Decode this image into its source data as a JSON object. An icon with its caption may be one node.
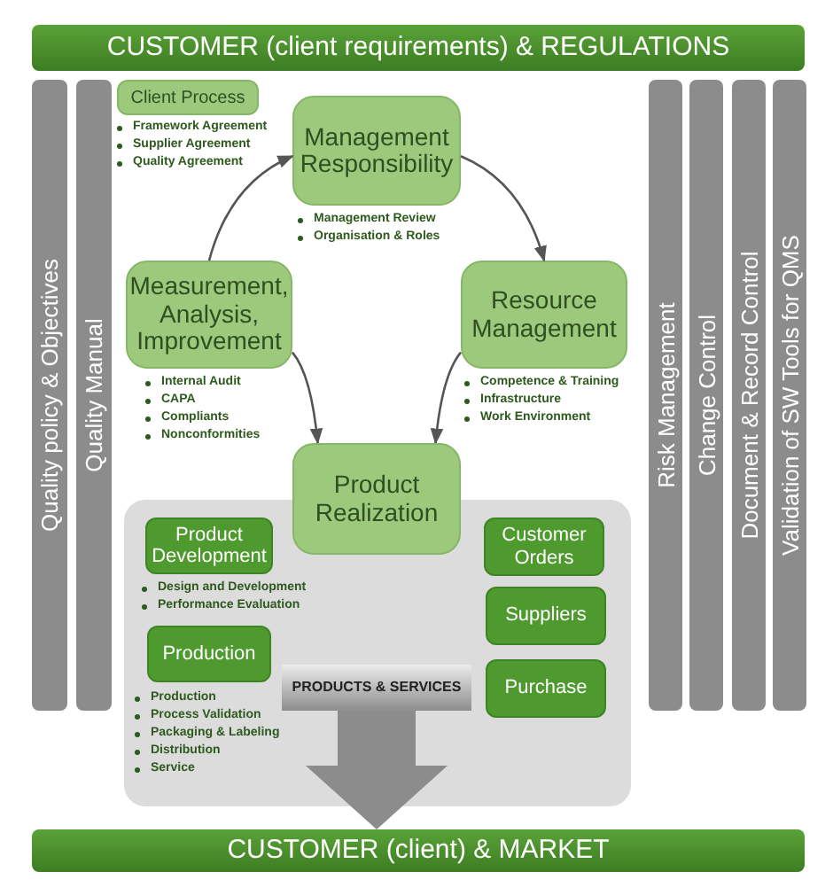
{
  "diagram": {
    "nodes": [
      {
        "text": [
          "CUSTOMER (client requirements) & REGULATIONS"
        ]
      },
      {
        "text": [
          "Quality policy & Objectives"
        ]
      },
      {
        "text": [
          "Quality Manual"
        ]
      },
      {
        "text": [
          "Client Process"
        ],
        "beside": [
          "Framework Agreement",
          "Supplier Agreement",
          "Quality Agreement"
        ]
      },
      {
        "text": [
          "Management Responsibility"
        ],
        "beside": [
          "Management Review",
          "Organisation & Roles"
        ]
      },
      {
        "text": [
          "Measurement, Analysis, Improvement"
        ],
        "beside": [
          "Internal Audit",
          "CAPA",
          "Compliants",
          "Nonconformities"
        ]
      },
      {
        "text": [
          "Resource Management"
        ],
        "beside": [
          "Competence & Training",
          "Infrastructure",
          "Work Environment"
        ]
      },
      {
        "text": [],
        "shape": "box"
      },
      {
        "text": [
          "Product Realization"
        ]
      },
      {
        "text": [
          "Product Development"
        ],
        "in": 7,
        "beside": [
          "Design and Development",
          "Performance Evaluation"
        ]
      },
      {
        "text": [
          "Production"
        ],
        "in": 7,
        "beside": [
          "Production",
          "Process Validation",
          "Packaging & Labeling",
          "Distribution",
          "Service"
        ]
      },
      {
        "text": [
          "PRODUCTS & SERVICES"
        ],
        "in": 7
      },
      {
        "text": [
          "Customer Orders"
        ],
        "in": 7
      },
      {
        "text": [
          "Suppliers"
        ],
        "in": 7
      },
      {
        "text": [
          "Purchase"
        ],
        "in": 7
      },
      {
        "text": [
          "Risk Management"
        ]
      },
      {
        "text": [
          "Change Control"
        ]
      },
      {
        "text": [
          "Document & Record Control"
        ]
      },
      {
        "text": [
          "Validation of SW Tools for QMS"
        ]
      },
      {
        "text": [
          "CUSTOMER (client) & MARKET"
        ]
      }
    ],
    "edges": [
      {
        "from": 5,
        "to": 4,
        "arrow": "to"
      },
      {
        "from": 4,
        "to": 6,
        "arrow": "to"
      },
      {
        "from": 6,
        "to": 8,
        "arrow": "to"
      },
      {
        "from": 5,
        "to": 8,
        "arrow": "to"
      },
      {
        "from": 11,
        "to": 19,
        "arrow": "to",
        "style": "thick"
      }
    ]
  }
}
